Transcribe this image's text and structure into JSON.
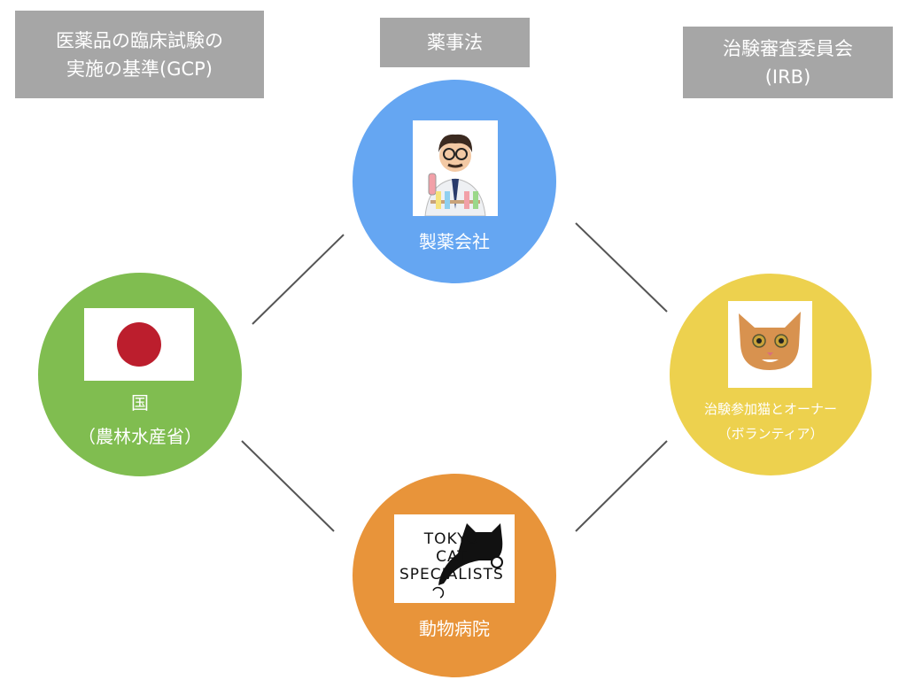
{
  "boxes": {
    "gcp": {
      "line1": "医薬品の臨床試験の",
      "line2": "実施の基準(GCP)"
    },
    "pal": {
      "line1": "薬事法"
    },
    "irb": {
      "line1": "治験審査委員会",
      "line2": "(IRB)"
    }
  },
  "nodes": {
    "pharma": {
      "label": "製薬会社",
      "color": "#65a6f2",
      "icon": "scientist-image"
    },
    "government": {
      "line1": "国",
      "line2": "（農林水産省）",
      "color": "#80bd50",
      "icon": "japan-flag"
    },
    "volunteer": {
      "line1": "治験参加猫とオーナー",
      "line2": "（ボランティア）",
      "color": "#edd14e",
      "icon": "cat-face-photo"
    },
    "hospital": {
      "label": "動物病院",
      "color": "#e8943a",
      "icon": "tokyo-cat-specialists-logo",
      "logo_text": [
        "TOKYO",
        "CAT",
        "SPECIALISTS"
      ]
    }
  },
  "colors": {
    "box": "#a6a6a6",
    "line": "#555555",
    "flag_red": "#bc1e2d"
  }
}
